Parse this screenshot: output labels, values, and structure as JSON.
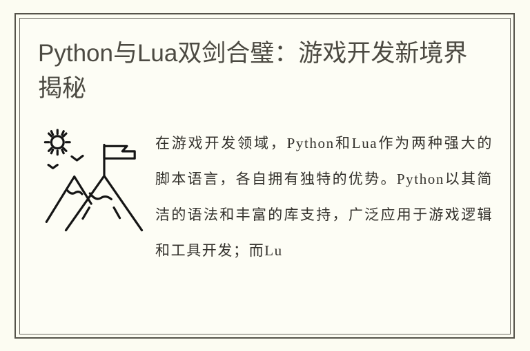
{
  "page": {
    "background_color": "#FCFCF2",
    "card_background_color": "#FDFDF5",
    "frame_color": "#55534A",
    "title_color": "#4C4A42",
    "body_color": "#33312C"
  },
  "card": {
    "title": "Python与Lua双剑合璧：游戏开发新境界揭秘",
    "title_lines": [
      "Python与Lua双剑合璧：游戏开发",
      "新境界揭秘"
    ],
    "body": "在游戏开发领域，Python和Lua作为两种强大的脚本语言，各自拥有独特的优势。Python以其简洁的语法和丰富的库支持，广泛应用于游戏逻辑和工具开发；而Lu",
    "body_lines": [
      "在游戏开发领域，Python和Lua作",
      "为两种强大的脚本语言，各自拥",
      "有独特的优势。Python以其简洁",
      "的语法和丰富的库支持，广泛应",
      "用于游戏逻辑和工具开发；而Lu"
    ],
    "illustration": {
      "name": "mountain-flag-illustration",
      "elements": [
        "sun-icon",
        "bird-icon",
        "bird-icon",
        "mountain-small-icon",
        "mountain-large-icon",
        "flag-icon"
      ],
      "stroke_color": "#151515"
    }
  }
}
